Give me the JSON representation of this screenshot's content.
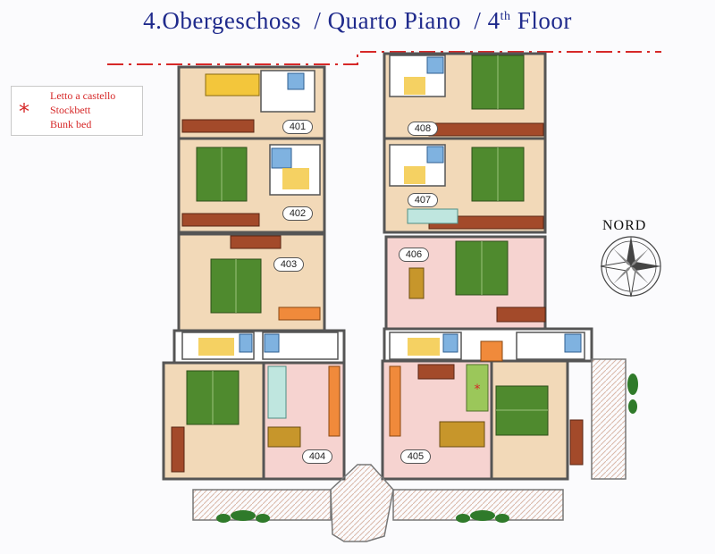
{
  "title": {
    "part1": "4.Obergeschoss",
    "part2": "Quarto Piano",
    "part3_prefix": "4",
    "part3_sup": "th",
    "part3_suffix": "Floor",
    "separator": "/"
  },
  "legend": {
    "symbol": "*",
    "lines": [
      "Letto a castello",
      "Stockbett",
      "Bunk bed"
    ]
  },
  "compass": {
    "label": "NORD"
  },
  "rooms": [
    {
      "id": "room-401",
      "label": "401"
    },
    {
      "id": "room-402",
      "label": "402"
    },
    {
      "id": "room-403",
      "label": "403"
    },
    {
      "id": "room-404",
      "label": "404"
    },
    {
      "id": "room-405",
      "label": "405"
    },
    {
      "id": "room-406",
      "label": "406"
    },
    {
      "id": "room-407",
      "label": "407"
    },
    {
      "id": "room-408",
      "label": "408"
    }
  ],
  "colors": {
    "title": "#1f2a8c",
    "legend_text": "#d62828",
    "bed_green": "#4f8a2e",
    "floor_beige": "#f2d9b8",
    "floor_pink": "#f6d3d0",
    "wall": "#555555",
    "wardrobe": "#a34a2a",
    "bathroom_blue": "#7fb2e0"
  }
}
